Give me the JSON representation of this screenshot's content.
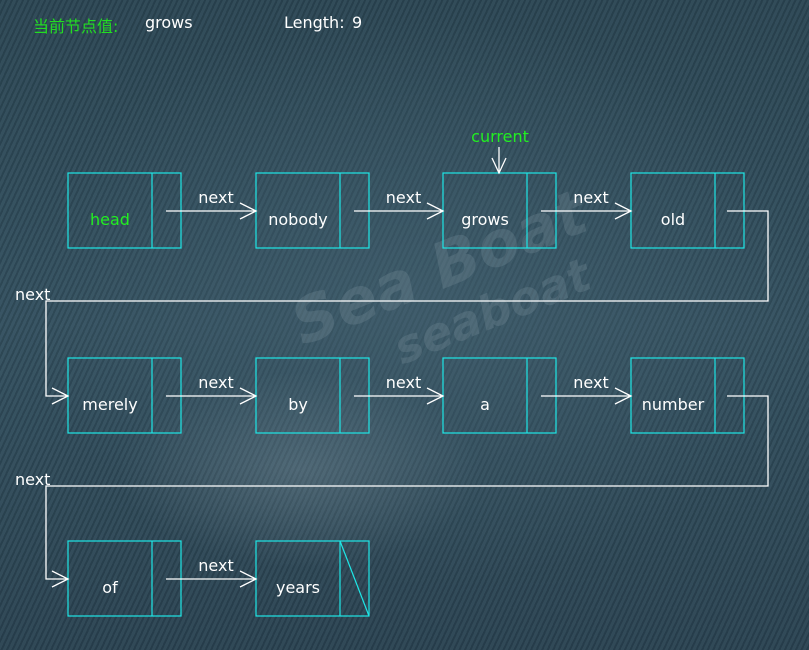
{
  "header": {
    "current_label": "当前节点值:",
    "current_value": "grows",
    "length_label": "Length:",
    "length_value": "9"
  },
  "watermark": {
    "line1": "Sea Boat",
    "line2": "seaboat"
  },
  "pointer_label": "current",
  "current_index": 2,
  "link_label": "next",
  "colors": {
    "node_border": "#1ee6e6",
    "head_text": "#22ee22",
    "header_label": "#22dd22",
    "text": "#ffffff",
    "line": "#ffffff"
  },
  "nodes": [
    {
      "value": "head",
      "is_head": true
    },
    {
      "value": "nobody"
    },
    {
      "value": "grows"
    },
    {
      "value": "old"
    },
    {
      "value": "merely"
    },
    {
      "value": "by"
    },
    {
      "value": "a"
    },
    {
      "value": "number"
    },
    {
      "value": "of"
    },
    {
      "value": "years",
      "is_tail": true
    }
  ]
}
